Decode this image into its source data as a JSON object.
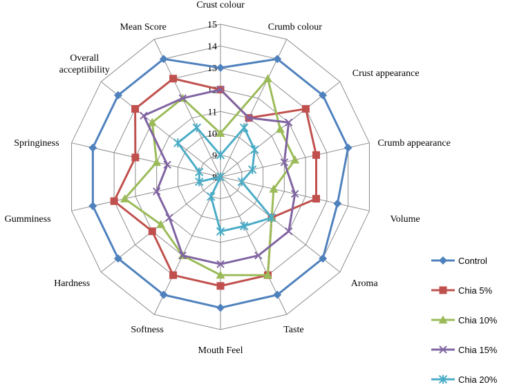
{
  "chart_data": {
    "type": "radar",
    "title": "",
    "categories": [
      "Crust colour",
      "Crumb colour",
      "Crust appearance",
      "Crumb appearance",
      "Volume",
      "Aroma",
      "Taste",
      "Mouth Feel",
      "Softness",
      "Hardness",
      "Gumminess",
      "Springiness",
      "Overall acceptiibility",
      "Mean Score"
    ],
    "radial_range": [
      8,
      15
    ],
    "ticks": [
      8,
      9,
      10,
      11,
      12,
      13,
      14,
      15
    ],
    "tick_labels": [
      "8",
      "9",
      "10",
      "11",
      "12",
      "13",
      "14",
      "15"
    ],
    "grid": true,
    "legend_position": "right",
    "series": [
      {
        "name": "Control",
        "color": "#4f81bd",
        "marker": "diamond",
        "values": [
          13,
          14,
          14,
          14,
          13.5,
          14,
          14,
          14,
          14,
          14,
          14,
          14,
          14,
          14
        ]
      },
      {
        "name": "Chia 5%",
        "color": "#c0504d",
        "marker": "square",
        "values": [
          12,
          11,
          13,
          12.5,
          12.5,
          11,
          13,
          13,
          13,
          12,
          13,
          12,
          13,
          13
        ]
      },
      {
        "name": "Chia 10%",
        "color": "#9bbb59",
        "marker": "triangle",
        "values": [
          10,
          13,
          11.5,
          11.5,
          10.5,
          11,
          13,
          12.5,
          12,
          11.5,
          12.5,
          11,
          12,
          12
        ]
      },
      {
        "name": "Chia 15%",
        "color": "#8064a2",
        "marker": "x",
        "values": [
          12,
          11,
          12,
          11,
          11.5,
          12,
          12,
          12,
          12,
          11,
          11,
          10.5,
          12.5,
          12
        ]
      },
      {
        "name": "Chia 20%",
        "color": "#4bacc6",
        "marker": "star",
        "values": [
          9,
          10.5,
          10,
          9.5,
          9,
          11,
          10.5,
          10.5,
          9,
          8,
          9,
          9,
          10.5,
          10.5
        ]
      }
    ]
  }
}
